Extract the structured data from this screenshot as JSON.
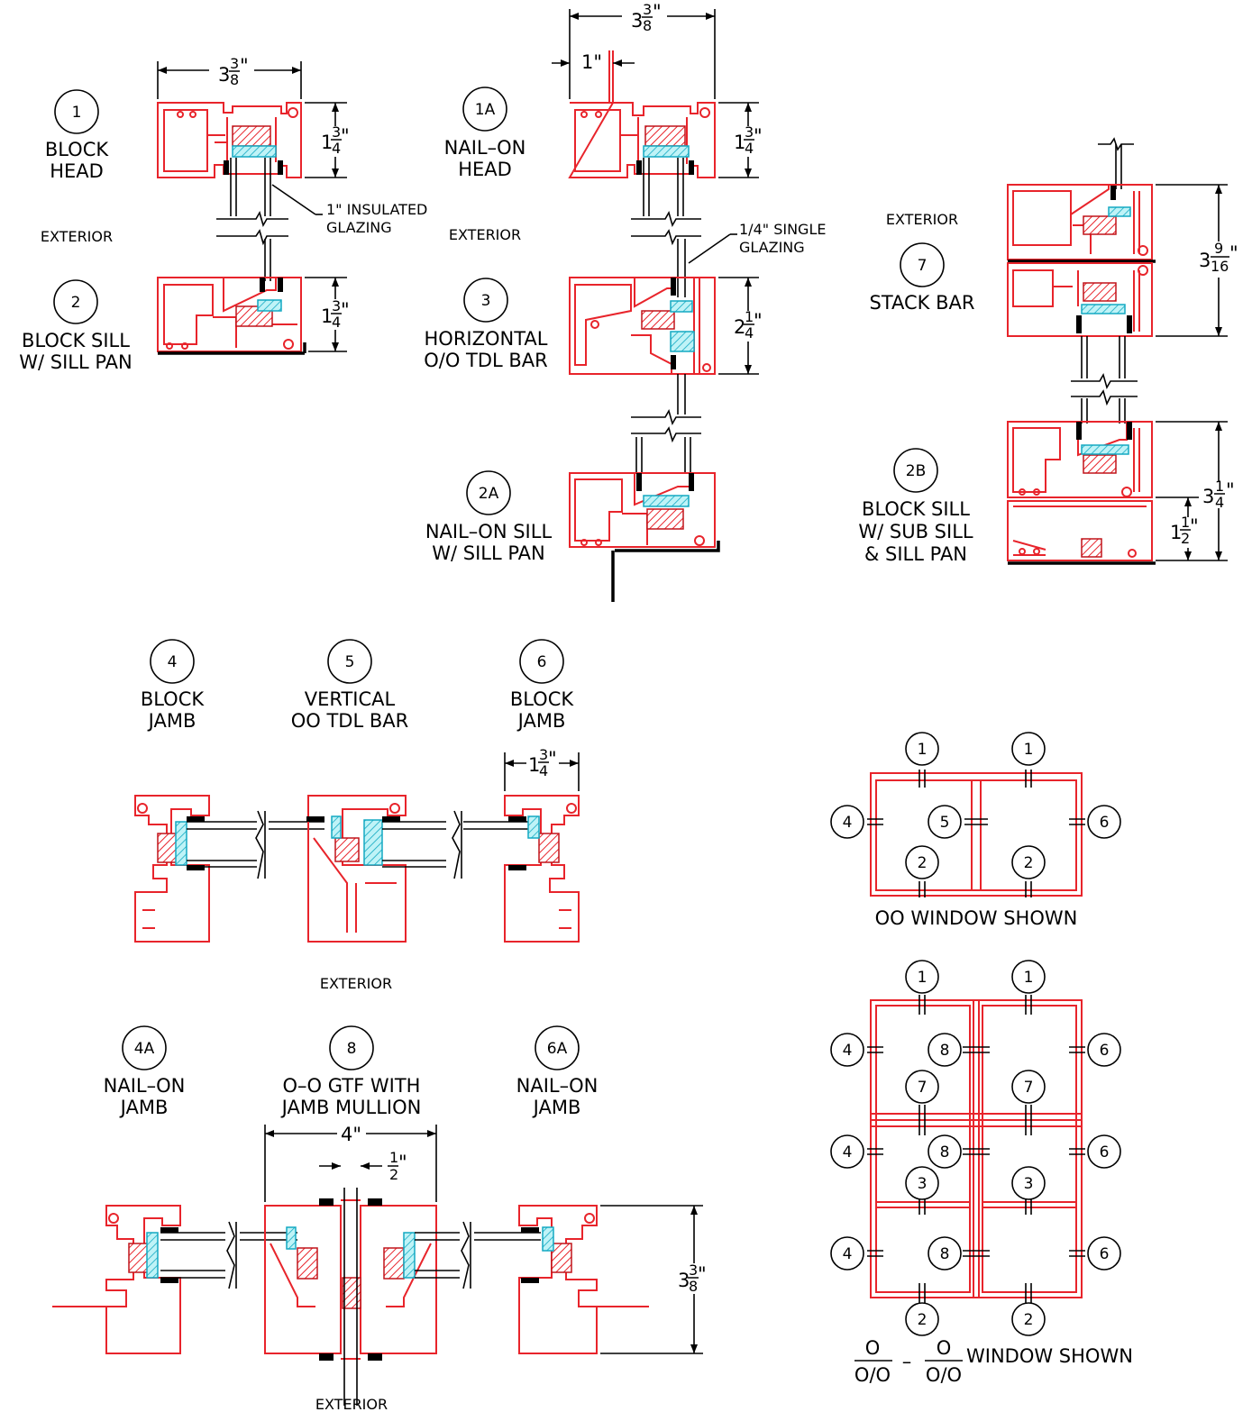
{
  "sections": {
    "s1": {
      "tag": "1",
      "line1": "BLOCK",
      "line2": "HEAD"
    },
    "s2": {
      "tag": "2",
      "line1": "BLOCK SILL",
      "line2": "W/ SILL PAN"
    },
    "s1a": {
      "tag": "1A",
      "line1": "NAIL–ON",
      "line2": "HEAD"
    },
    "s3": {
      "tag": "3",
      "line1": "HORIZONTAL",
      "line2": "O/O TDL BAR"
    },
    "s2a": {
      "tag": "2A",
      "line1": "NAIL–ON SILL",
      "line2": "W/ SILL PAN"
    },
    "s7": {
      "tag": "7",
      "line1": "STACK BAR"
    },
    "s2b": {
      "tag": "2B",
      "line1": "BLOCK SILL",
      "line2": "W/ SUB SILL",
      "line3": "& SILL PAN"
    },
    "s4": {
      "tag": "4",
      "line1": "BLOCK",
      "line2": "JAMB"
    },
    "s5": {
      "tag": "5",
      "line1": "VERTICAL",
      "line2": "OO TDL BAR"
    },
    "s6": {
      "tag": "6",
      "line1": "BLOCK",
      "line2": "JAMB"
    },
    "s4a": {
      "tag": "4A",
      "line1": "NAIL–ON",
      "line2": "JAMB"
    },
    "s8": {
      "tag": "8",
      "line1": "O–O GTF WITH",
      "line2": "JAMB MULLION"
    },
    "s6a": {
      "tag": "6A",
      "line1": "NAIL–ON",
      "line2": "JAMB"
    }
  },
  "exterior_label": "EXTERIOR",
  "notes": {
    "insulated_line1": "1\" INSULATED",
    "insulated_line2": "GLAZING",
    "single_line1": "1/4\" SINGLE",
    "single_line2": "GLAZING"
  },
  "dimensions": {
    "d_block_head_width": {
      "whole": "3",
      "num": "3",
      "den": "8",
      "unit": "\""
    },
    "d_block_head_height": {
      "whole": "1",
      "num": "3",
      "den": "4",
      "unit": "\""
    },
    "d_block_sill_height": {
      "whole": "1",
      "num": "3",
      "den": "4",
      "unit": "\""
    },
    "d_nailon_width": {
      "whole": "3",
      "num": "3",
      "den": "8",
      "unit": "\""
    },
    "d_nailon_fin": "1\"",
    "d_nailon_head_height": {
      "whole": "1",
      "num": "3",
      "den": "4",
      "unit": "\""
    },
    "d_tdl_height": {
      "whole": "2",
      "num": "1",
      "den": "4",
      "unit": "\""
    },
    "d_stack_height": {
      "whole": "3",
      "num": "9",
      "den": "16",
      "unit": "\""
    },
    "d_subsill_height": {
      "whole": "3",
      "num": "1",
      "den": "4",
      "unit": "\""
    },
    "d_subsill_inner": {
      "whole": "1",
      "num": "1",
      "den": "2",
      "unit": "\""
    },
    "d_jamb_width": {
      "whole": "1",
      "num": "3",
      "den": "4",
      "unit": "\""
    },
    "d_mullion_width": "4\"",
    "d_mullion_gap": {
      "whole": "",
      "num": "1",
      "den": "2",
      "unit": "\""
    },
    "d_nailon_jamb_depth": {
      "whole": "3",
      "num": "3",
      "den": "8",
      "unit": "\""
    }
  },
  "elevations": {
    "oo": {
      "caption": "OO WINDOW SHOWN",
      "tags": {
        "top_l": "1",
        "top_r": "1",
        "left": "4",
        "center": "5",
        "right": "6",
        "bot_l": "2",
        "bot_r": "2"
      }
    },
    "stacked": {
      "caption_frac1_num": "O",
      "caption_frac1_den": "O/O",
      "caption_dash": "–",
      "caption_frac2_num": "O",
      "caption_frac2_den": "O/O",
      "caption_text": "WINDOW SHOWN",
      "tags": {
        "top_l": "1",
        "top_r": "1",
        "l1": "4",
        "c1": "8",
        "r1": "6",
        "m_l": "7",
        "m_r": "7",
        "l2": "4",
        "c2": "8",
        "r2": "6",
        "b3_l": "3",
        "b3_r": "3",
        "l3": "4",
        "c3": "8",
        "r3": "6",
        "bot_l": "2",
        "bot_r": "2"
      }
    }
  },
  "colors": {
    "frame": "#e8242b",
    "glazing": "#7ae6ef",
    "line": "#000000"
  }
}
